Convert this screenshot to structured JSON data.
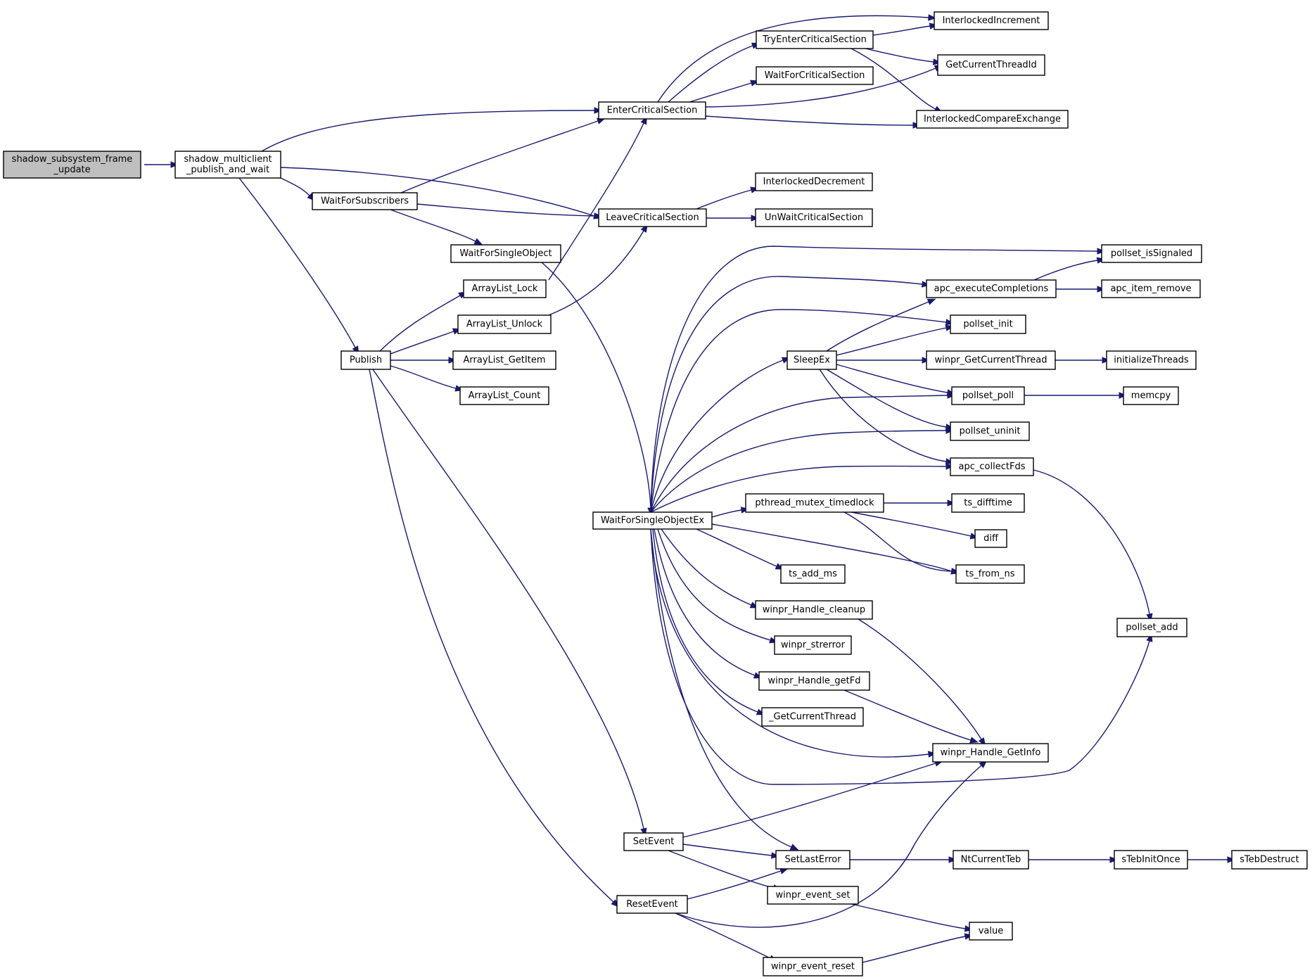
{
  "graph": {
    "nodes": [
      {
        "id": "frame_update",
        "lines": [
          "shadow_subsystem_frame",
          "_update"
        ],
        "root": true
      },
      {
        "id": "publish_wait",
        "lines": [
          "shadow_multiclient",
          "_publish_and_wait"
        ]
      },
      {
        "id": "wait_subs",
        "lines": [
          "WaitForSubscribers"
        ]
      },
      {
        "id": "publish",
        "lines": [
          "Publish"
        ]
      },
      {
        "id": "enter_cs",
        "lines": [
          "EnterCriticalSection"
        ]
      },
      {
        "id": "leave_cs",
        "lines": [
          "LeaveCriticalSection"
        ]
      },
      {
        "id": "wfso",
        "lines": [
          "WaitForSingleObject"
        ]
      },
      {
        "id": "al_lock",
        "lines": [
          "ArrayList_Lock"
        ]
      },
      {
        "id": "al_unlock",
        "lines": [
          "ArrayList_Unlock"
        ]
      },
      {
        "id": "al_getitem",
        "lines": [
          "ArrayList_GetItem"
        ]
      },
      {
        "id": "al_count",
        "lines": [
          "ArrayList_Count"
        ]
      },
      {
        "id": "try_enter_cs",
        "lines": [
          "TryEnterCriticalSection"
        ]
      },
      {
        "id": "wait_for_cs",
        "lines": [
          "WaitForCriticalSection"
        ]
      },
      {
        "id": "interlocked_inc",
        "lines": [
          "InterlockedIncrement"
        ]
      },
      {
        "id": "get_thread_id",
        "lines": [
          "GetCurrentThreadId"
        ]
      },
      {
        "id": "interlocked_cmpxchg",
        "lines": [
          "InterlockedCompareExchange"
        ]
      },
      {
        "id": "interlocked_dec",
        "lines": [
          "InterlockedDecrement"
        ]
      },
      {
        "id": "unwait_cs",
        "lines": [
          "UnWaitCriticalSection"
        ]
      },
      {
        "id": "wfsoex",
        "lines": [
          "WaitForSingleObjectEx"
        ]
      },
      {
        "id": "pollset_issignaled",
        "lines": [
          "pollset_isSignaled"
        ]
      },
      {
        "id": "apc_exec",
        "lines": [
          "apc_executeCompletions"
        ]
      },
      {
        "id": "apc_item_remove",
        "lines": [
          "apc_item_remove"
        ]
      },
      {
        "id": "pollset_init",
        "lines": [
          "pollset_init"
        ]
      },
      {
        "id": "sleepex",
        "lines": [
          "SleepEx"
        ]
      },
      {
        "id": "winpr_getcurthread",
        "lines": [
          "winpr_GetCurrentThread"
        ],
        "red": true
      },
      {
        "id": "init_threads",
        "lines": [
          "initializeThreads"
        ],
        "red": true
      },
      {
        "id": "pollset_poll",
        "lines": [
          "pollset_poll"
        ]
      },
      {
        "id": "memcpy",
        "lines": [
          "memcpy"
        ]
      },
      {
        "id": "pollset_uninit",
        "lines": [
          "pollset_uninit"
        ]
      },
      {
        "id": "apc_collectfds",
        "lines": [
          "apc_collectFds"
        ]
      },
      {
        "id": "pthread_timedlock",
        "lines": [
          "pthread_mutex_timedlock"
        ]
      },
      {
        "id": "ts_difftime",
        "lines": [
          "ts_difftime"
        ]
      },
      {
        "id": "diff",
        "lines": [
          "diff"
        ]
      },
      {
        "id": "ts_from_ns",
        "lines": [
          "ts_from_ns"
        ]
      },
      {
        "id": "ts_add_ms",
        "lines": [
          "ts_add_ms"
        ]
      },
      {
        "id": "handle_cleanup",
        "lines": [
          "winpr_Handle_cleanup"
        ]
      },
      {
        "id": "pollset_add",
        "lines": [
          "pollset_add"
        ]
      },
      {
        "id": "winpr_strerror",
        "lines": [
          "winpr_strerror"
        ]
      },
      {
        "id": "handle_getfd",
        "lines": [
          "winpr_Handle_getFd"
        ]
      },
      {
        "id": "get_cur_thread",
        "lines": [
          "_GetCurrentThread"
        ]
      },
      {
        "id": "handle_getinfo",
        "lines": [
          "winpr_Handle_GetInfo"
        ]
      },
      {
        "id": "setevent",
        "lines": [
          "SetEvent"
        ]
      },
      {
        "id": "setlasterror",
        "lines": [
          "SetLastError"
        ]
      },
      {
        "id": "ntcurrentteb",
        "lines": [
          "NtCurrentTeb"
        ]
      },
      {
        "id": "steb_initonce",
        "lines": [
          "sTebInitOnce"
        ]
      },
      {
        "id": "steb_destruct",
        "lines": [
          "sTebDestruct"
        ]
      },
      {
        "id": "event_set",
        "lines": [
          "winpr_event_set"
        ]
      },
      {
        "id": "resetevent",
        "lines": [
          "ResetEvent"
        ]
      },
      {
        "id": "value",
        "lines": [
          "value"
        ]
      },
      {
        "id": "event_reset",
        "lines": [
          "winpr_event_reset"
        ]
      }
    ],
    "edges": [
      [
        "frame_update",
        "publish_wait"
      ],
      [
        "publish_wait",
        "enter_cs"
      ],
      [
        "publish_wait",
        "leave_cs"
      ],
      [
        "publish_wait",
        "wait_subs"
      ],
      [
        "publish_wait",
        "publish"
      ],
      [
        "wait_subs",
        "enter_cs"
      ],
      [
        "wait_subs",
        "leave_cs"
      ],
      [
        "wait_subs",
        "wfso"
      ],
      [
        "enter_cs",
        "interlocked_inc"
      ],
      [
        "enter_cs",
        "try_enter_cs"
      ],
      [
        "enter_cs",
        "wait_for_cs"
      ],
      [
        "enter_cs",
        "get_thread_id"
      ],
      [
        "enter_cs",
        "interlocked_cmpxchg"
      ],
      [
        "try_enter_cs",
        "interlocked_inc"
      ],
      [
        "try_enter_cs",
        "get_thread_id"
      ],
      [
        "try_enter_cs",
        "interlocked_cmpxchg"
      ],
      [
        "leave_cs",
        "interlocked_dec"
      ],
      [
        "leave_cs",
        "unwait_cs"
      ],
      [
        "wfso",
        "wfsoex"
      ],
      [
        "publish",
        "al_lock"
      ],
      [
        "publish",
        "al_unlock"
      ],
      [
        "publish",
        "al_getitem"
      ],
      [
        "publish",
        "al_count"
      ],
      [
        "publish",
        "setevent"
      ],
      [
        "publish",
        "resetevent"
      ],
      [
        "al_lock",
        "enter_cs"
      ],
      [
        "al_unlock",
        "leave_cs"
      ],
      [
        "wfsoex",
        "pollset_issignaled"
      ],
      [
        "wfsoex",
        "apc_exec"
      ],
      [
        "wfsoex",
        "pollset_init"
      ],
      [
        "wfsoex",
        "sleepex"
      ],
      [
        "wfsoex",
        "pollset_poll"
      ],
      [
        "wfsoex",
        "pollset_uninit"
      ],
      [
        "wfsoex",
        "apc_collectfds"
      ],
      [
        "wfsoex",
        "pthread_timedlock"
      ],
      [
        "wfsoex",
        "ts_from_ns"
      ],
      [
        "wfsoex",
        "ts_add_ms"
      ],
      [
        "wfsoex",
        "handle_cleanup"
      ],
      [
        "wfsoex",
        "winpr_strerror"
      ],
      [
        "wfsoex",
        "handle_getfd"
      ],
      [
        "wfsoex",
        "get_cur_thread"
      ],
      [
        "wfsoex",
        "handle_getinfo"
      ],
      [
        "wfsoex",
        "pollset_add"
      ],
      [
        "wfsoex",
        "setlasterror"
      ],
      [
        "apc_exec",
        "pollset_issignaled"
      ],
      [
        "apc_exec",
        "apc_item_remove"
      ],
      [
        "sleepex",
        "apc_exec"
      ],
      [
        "sleepex",
        "pollset_init"
      ],
      [
        "sleepex",
        "winpr_getcurthread"
      ],
      [
        "sleepex",
        "pollset_poll"
      ],
      [
        "sleepex",
        "pollset_uninit"
      ],
      [
        "sleepex",
        "apc_collectfds"
      ],
      [
        "winpr_getcurthread",
        "init_threads"
      ],
      [
        "pollset_poll",
        "memcpy"
      ],
      [
        "apc_collectfds",
        "pollset_add"
      ],
      [
        "pthread_timedlock",
        "ts_difftime"
      ],
      [
        "pthread_timedlock",
        "diff"
      ],
      [
        "pthread_timedlock",
        "ts_from_ns"
      ],
      [
        "handle_cleanup",
        "handle_getinfo"
      ],
      [
        "handle_getfd",
        "handle_getinfo"
      ],
      [
        "setevent",
        "handle_getinfo"
      ],
      [
        "setevent",
        "setlasterror"
      ],
      [
        "setevent",
        "event_set"
      ],
      [
        "resetevent",
        "setlasterror"
      ],
      [
        "resetevent",
        "handle_getinfo"
      ],
      [
        "resetevent",
        "event_reset"
      ],
      [
        "setlasterror",
        "ntcurrentteb"
      ],
      [
        "ntcurrentteb",
        "steb_initonce"
      ],
      [
        "steb_initonce",
        "steb_destruct"
      ],
      [
        "event_set",
        "value"
      ],
      [
        "event_reset",
        "value"
      ]
    ]
  },
  "colors": {
    "edge": "#191970",
    "node_border": "#000000",
    "node_border_red": "#ff0000",
    "root_fill": "#bfbfbf",
    "node_fill": "#ffffff"
  }
}
